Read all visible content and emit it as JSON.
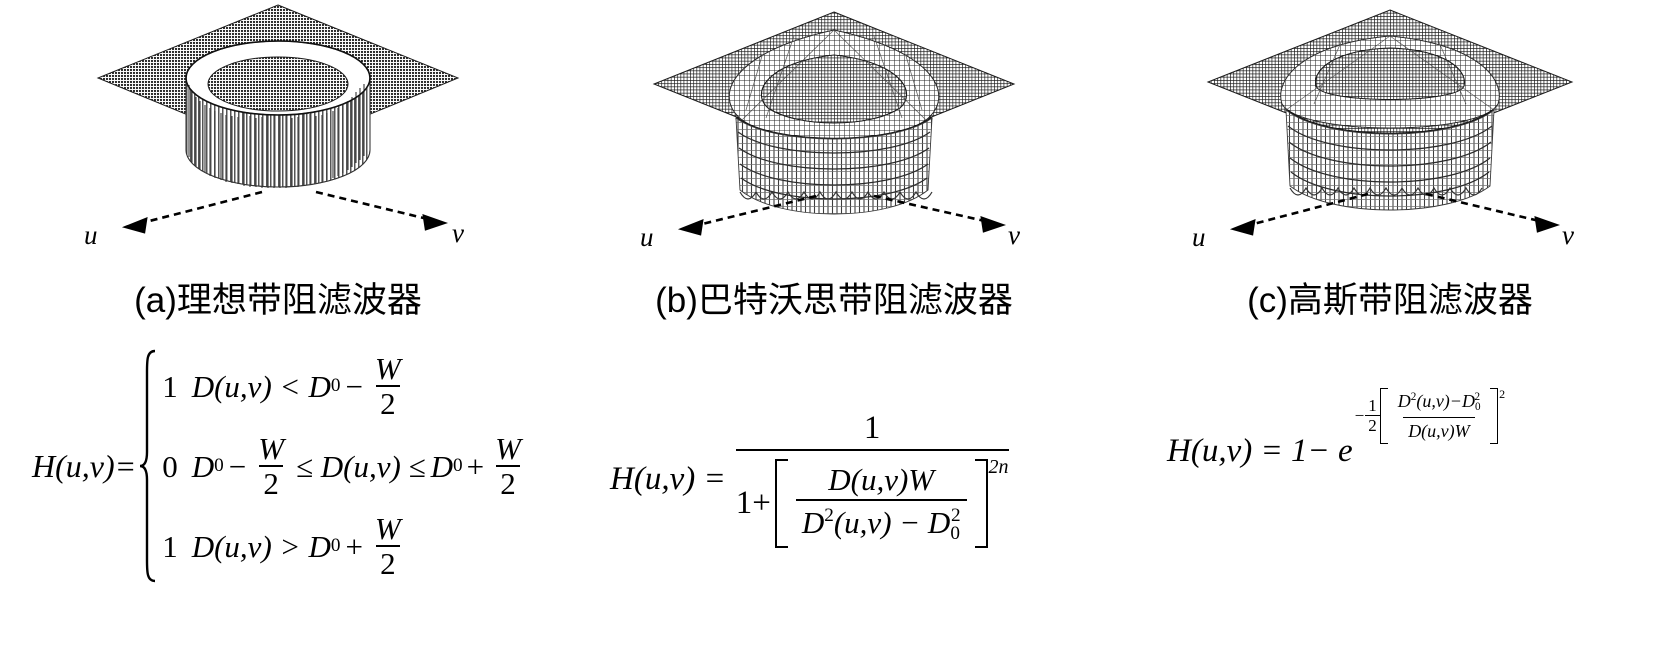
{
  "figure": {
    "panels": [
      {
        "id": "ideal",
        "caption": "(a)理想带阻滤波器",
        "plot_type": "3d-mesh-surface",
        "surface_name": "ideal-bandreject-filter-surface",
        "axis_u": "u",
        "axis_v": "v",
        "ink_color": "#1c1c1c"
      },
      {
        "id": "butterworth",
        "caption": "(b)巴特沃思带阻滤波器",
        "plot_type": "3d-mesh-surface",
        "surface_name": "butterworth-bandreject-filter-surface",
        "axis_u": "u",
        "axis_v": "v",
        "ink_color": "#1c1c1c"
      },
      {
        "id": "gaussian",
        "caption": "(c)高斯带阻滤波器",
        "plot_type": "3d-mesh-surface",
        "surface_name": "gaussian-bandreject-filter-surface",
        "axis_u": "u",
        "axis_v": "v",
        "ink_color": "#1c1c1c"
      }
    ]
  },
  "formulas": {
    "ideal": {
      "lhs": "H(u,v)=",
      "cases": [
        {
          "value": "1",
          "condition_lead": "D(u,v) <",
          "term": "D",
          "sub": "0",
          "op": "−",
          "frac_num": "W",
          "frac_den": "2"
        },
        {
          "value": "0",
          "condition_lead": "D",
          "sub": "0",
          "op": "−",
          "frac_num": "W",
          "frac_den": "2",
          "mid": "≤ D(u,v) ≤",
          "term2": "D",
          "sub2": "0",
          "op2": "+",
          "frac_num2": "W",
          "frac_den2": "2"
        },
        {
          "value": "1",
          "condition_lead": "D(u,v) >",
          "term": "D",
          "sub": "0",
          "op": "+",
          "frac_num": "W",
          "frac_den": "2"
        }
      ]
    },
    "butterworth": {
      "lhs": "H(u,v) =",
      "numerator": "1",
      "den_lead": "1+",
      "inner_num": "D(u,v)W",
      "inner_den_a": "D",
      "inner_den_a_sup": "2",
      "inner_den_b": "(u,v) − D",
      "inner_den_b_sub": "0",
      "inner_den_b_sup": "2",
      "exponent": "2n"
    },
    "gaussian": {
      "lhs": "H(u,v) = 1− e",
      "exp_minus": "−",
      "exp_frac_num": "1",
      "exp_frac_den": "2",
      "inner_num_a": "D",
      "inner_num_a_sup": "2",
      "inner_num_b": "(u,v)−D",
      "inner_num_b_sub": "0",
      "inner_num_b_sup": "2",
      "inner_den": "D(u,v)W",
      "outer_exp": "2"
    }
  }
}
